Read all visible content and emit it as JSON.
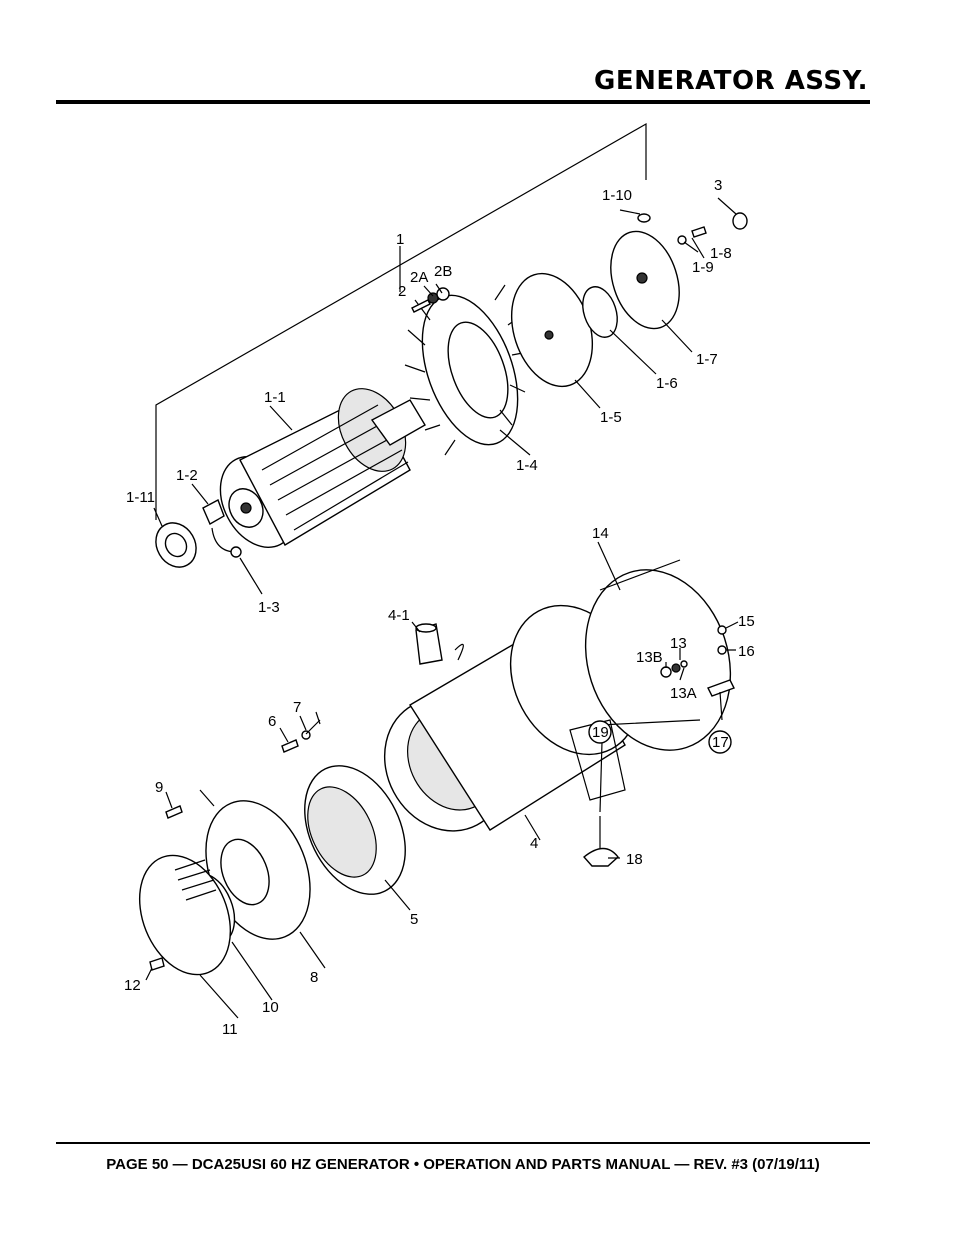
{
  "header": {
    "title": "GENERATOR ASSY."
  },
  "footer": {
    "text": "PAGE 50 — DCA25USI 60 HZ GENERATOR • OPERATION AND PARTS MANUAL — REV. #3 (07/19/11)"
  },
  "callouts": {
    "c1": "1",
    "c1_1": "1-1",
    "c1_2": "1-2",
    "c1_3": "1-3",
    "c1_4": "1-4",
    "c1_5": "1-5",
    "c1_6": "1-6",
    "c1_7": "1-7",
    "c1_8": "1-8",
    "c1_9": "1-9",
    "c1_10": "1-10",
    "c1_11": "1-11",
    "c2": "2",
    "c2A": "2A",
    "c2B": "2B",
    "c3": "3",
    "c4": "4",
    "c4_1": "4-1",
    "c5": "5",
    "c6": "6",
    "c7": "7",
    "c8": "8",
    "c9": "9",
    "c10": "10",
    "c11": "11",
    "c12": "12",
    "c13": "13",
    "c13A": "13A",
    "c13B": "13B",
    "c14": "14",
    "c15": "15",
    "c16": "16",
    "c17": "17",
    "c18": "18",
    "c19": "19"
  }
}
